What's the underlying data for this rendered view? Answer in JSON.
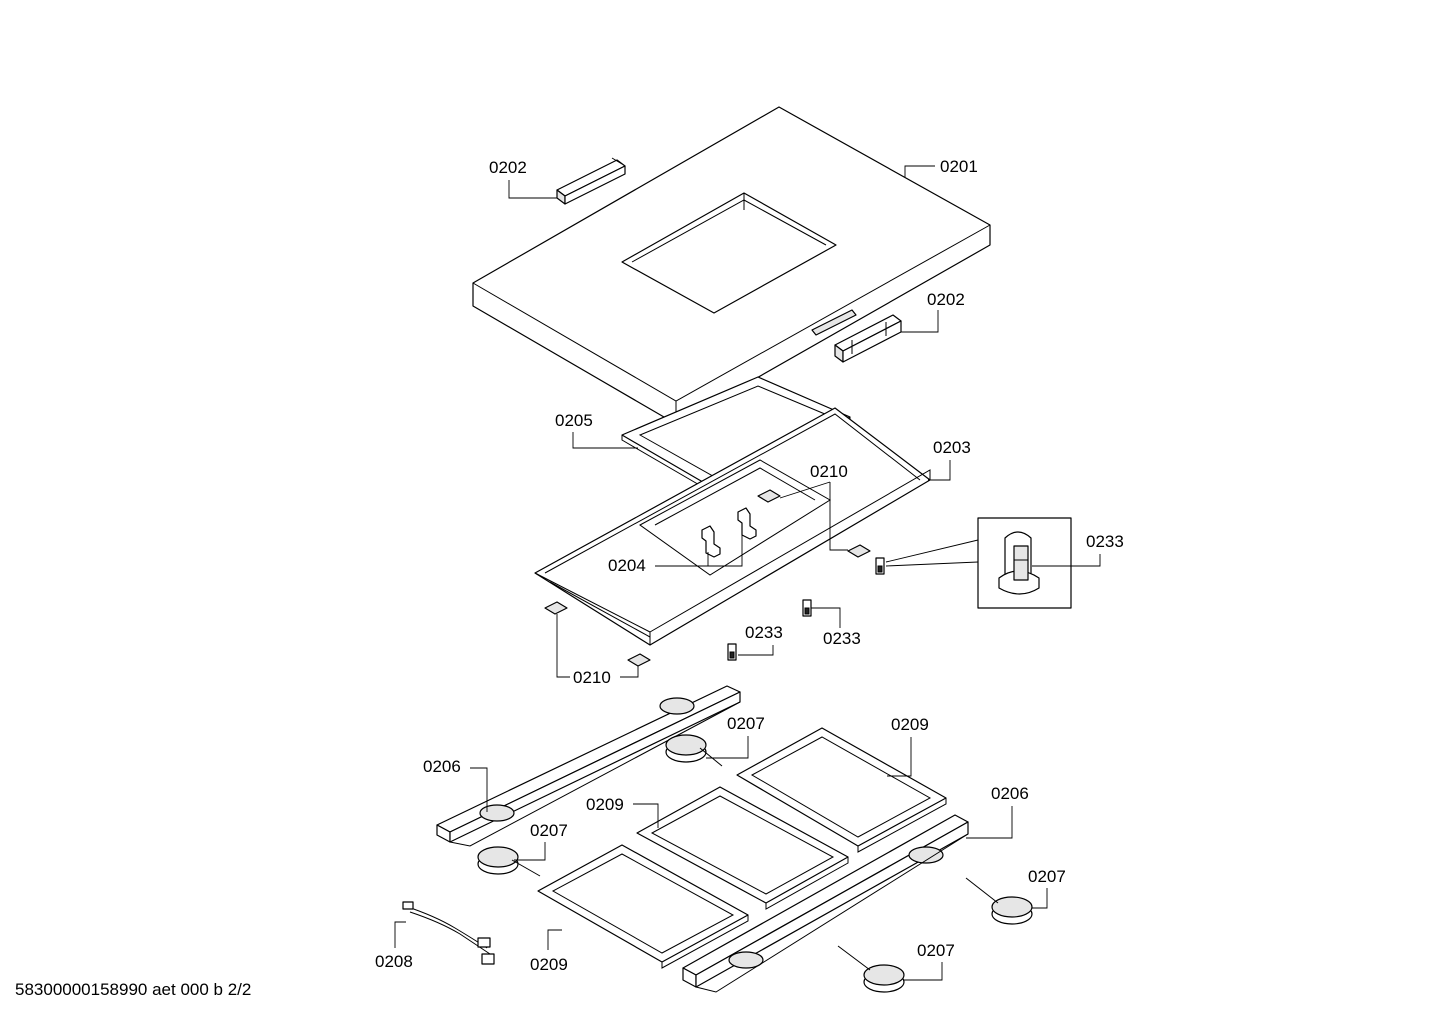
{
  "labels": {
    "l0201": "0201",
    "l0202a": "0202",
    "l0202b": "0202",
    "l0205": "0205",
    "l0203": "0203",
    "l0210a": "0210",
    "l0204": "0204",
    "l0233a": "0233",
    "l0233b": "0233",
    "l0233c": "0233",
    "l0210b": "0210",
    "l0207a": "0207",
    "l0209a": "0209",
    "l0206a": "0206",
    "l0209b": "0209",
    "l0207b": "0207",
    "l0206b": "0206",
    "l0207c": "0207",
    "l0208": "0208",
    "l0209c": "0209",
    "l0207d": "0207"
  },
  "footer": "58300000158990 aet 000 b 2/2"
}
